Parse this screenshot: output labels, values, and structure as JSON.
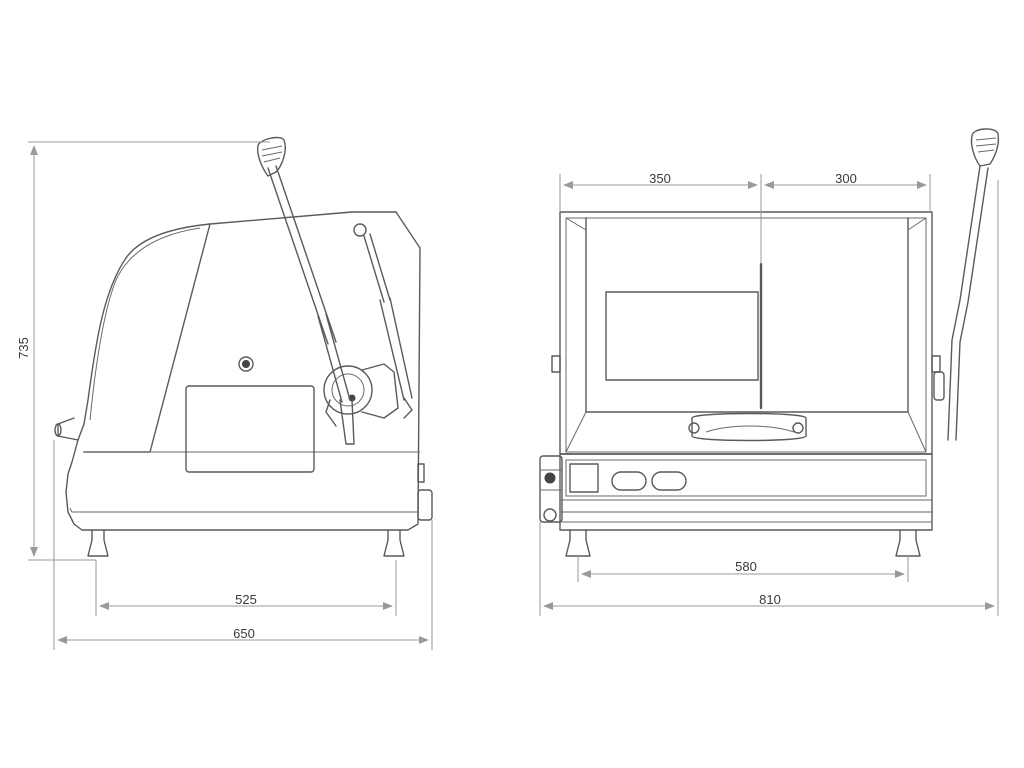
{
  "dimensions": {
    "side_height": "735",
    "side_feet_span": "525",
    "side_depth": "650",
    "front_left_width": "350",
    "front_right_width": "300",
    "front_feet_span": "580",
    "front_total_width": "810"
  }
}
